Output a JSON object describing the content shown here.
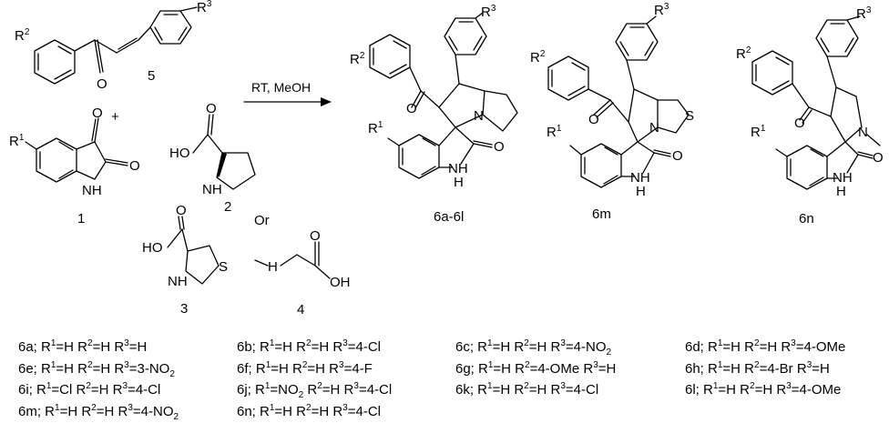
{
  "reactants": {
    "chalcone": {
      "number": "5",
      "substituents": [
        "R2",
        "R3"
      ]
    },
    "isatin": {
      "number": "1",
      "substituent": "R1",
      "plus": "+"
    },
    "proline": {
      "number": "2"
    },
    "or_text": "Or",
    "thioproline": {
      "number": "3"
    },
    "sarcosine": {
      "number": "4"
    }
  },
  "conditions": "RT, MeOH",
  "products": [
    {
      "label": "6a-6l"
    },
    {
      "label": "6m"
    },
    {
      "label": "6n"
    }
  ],
  "atom_labels": {
    "O": "O",
    "HO": "HO",
    "OH": "OH",
    "NH": "NH",
    "N": "N",
    "S": "S",
    "H": "H"
  },
  "substituent_table": [
    [
      "6a; R1=H R2=H R3=H",
      "6b; R1=H R2=H R3=4-Cl",
      "6c; R1=H R2=H R3=4-NO2",
      "6d; R1=H R2=H R3=4-OMe"
    ],
    [
      "6e; R1=H R2=H R3=3-NO2",
      "6f; R1=H R2=H R3=4-F",
      "6g; R1=H R2=4-OMe R3=H",
      "6h; R1=H R2=4-Br R3=H"
    ],
    [
      "6i; R1=Cl R2=H R3=4-Cl",
      "6j; R1=NO2 R2=H R3=4-Cl",
      "6k; R1=H R2=H R3=4-Cl",
      "6l; R1=H R2=H R3=4-OMe"
    ],
    [
      "6m; R1=H R2=H R3=4-NO2",
      "6n; R1=H R2=H R3=4-Cl",
      "",
      ""
    ]
  ]
}
